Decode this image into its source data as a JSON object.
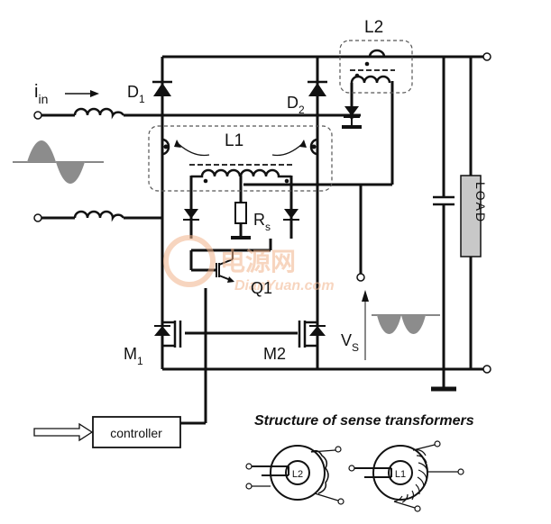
{
  "labels": {
    "iin_main": "i",
    "iin_sub": "in",
    "d1_main": "D",
    "d1_sub": "1",
    "d2_main": "D",
    "d2_sub": "2",
    "l1": "L1",
    "l2": "L2",
    "rs_main": "R",
    "rs_sub": "s",
    "q1": "Q1",
    "m1_main": "M",
    "m1_sub": "1",
    "m2": "M2",
    "vs_main": "V",
    "vs_sub": "S",
    "load": "LOAD",
    "controller": "controller",
    "structure_title": "Structure of sense transformers",
    "toroid_l2": "L2",
    "toroid_l1": "L1",
    "watermark_cn": "电源网",
    "watermark_en": "DianYuan.com"
  },
  "colors": {
    "wire": "#111111",
    "waveform_fill": "#8c8c8c",
    "load_fill": "#c8c8c8",
    "watermark": "#f2b48c"
  }
}
